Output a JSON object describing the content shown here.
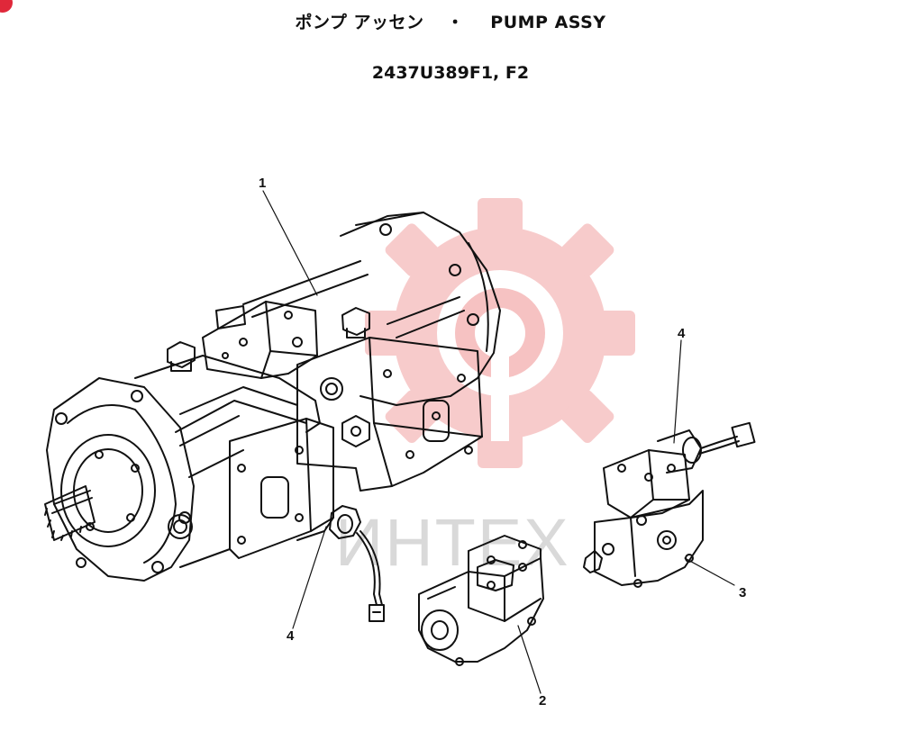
{
  "header": {
    "title_jp": "ポンプ アッセン",
    "separator": "・",
    "title_en": "PUMP ASSY",
    "part_numbers": "2437U389F1, F2"
  },
  "watermark": {
    "text": "ИНТЕХ",
    "color": "#f4b6b6"
  },
  "callouts": {
    "c1": "1",
    "c2": "2",
    "c3": "3",
    "c4_left": "4",
    "c4_right": "4"
  }
}
